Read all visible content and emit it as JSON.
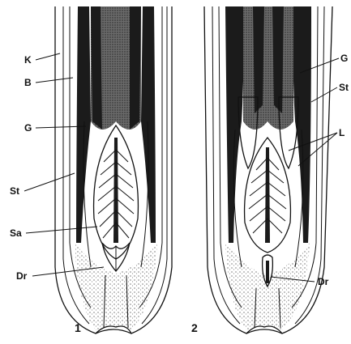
{
  "figure": {
    "panel_numbers": [
      "1",
      "2"
    ],
    "labels_left": {
      "K": "K",
      "B": "B",
      "G": "G",
      "St": "St",
      "Sa": "Sa",
      "Dr": "Dr"
    },
    "labels_right": {
      "G": "G",
      "St": "St",
      "L": "L",
      "Dr": "Dr"
    }
  }
}
